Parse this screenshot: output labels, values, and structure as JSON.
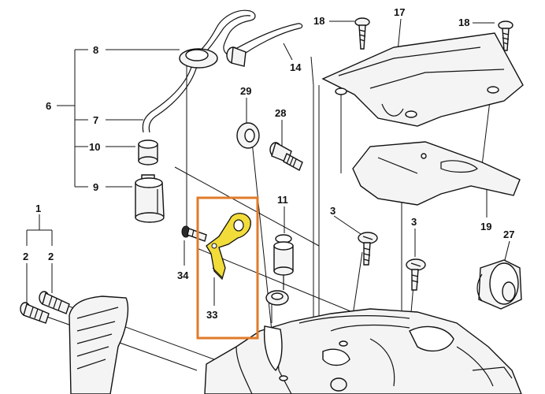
{
  "labels": {
    "p1": "1",
    "p2a": "2",
    "p2b": "2",
    "p3a": "3",
    "p3b": "3",
    "p6": "6",
    "p7": "7",
    "p8": "8",
    "p9": "9",
    "p10": "10",
    "p11": "11",
    "p14": "14",
    "p17": "17",
    "p18a": "18",
    "p18b": "18",
    "p19": "19",
    "p27": "27",
    "p28": "28",
    "p29": "29",
    "p33": "33",
    "p34": "34"
  },
  "colors": {
    "highlight_frame": "#e07b2a",
    "highlight_part": "#f2dc3a",
    "line": "#111111"
  }
}
